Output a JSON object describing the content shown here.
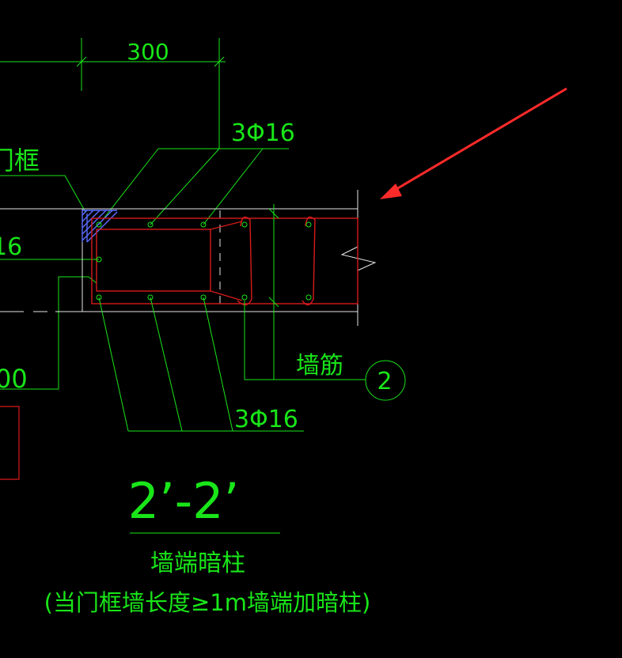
{
  "drawing": {
    "dimension_label": "300",
    "rebar_top_label": "3Φ16",
    "rebar_bottom_label": "3Φ16",
    "door_frame_label": "门框",
    "left_rebar_label": "16",
    "left_dimension_label": "00",
    "wall_rebar_label": "墙筋",
    "detail_callout_number": "2",
    "section_title": "2’-2’",
    "subtitle": "墙端暗柱",
    "note": "(当门框墙长度≥1m墙端加暗柱)"
  },
  "colors": {
    "background": "#000000",
    "annotation_green": "#19e619",
    "rebar_red": "#d81b1b",
    "wall_white": "#e6e6e6",
    "hatch_blue": "#5b6cff",
    "arrow_red": "#ff2a2a"
  }
}
